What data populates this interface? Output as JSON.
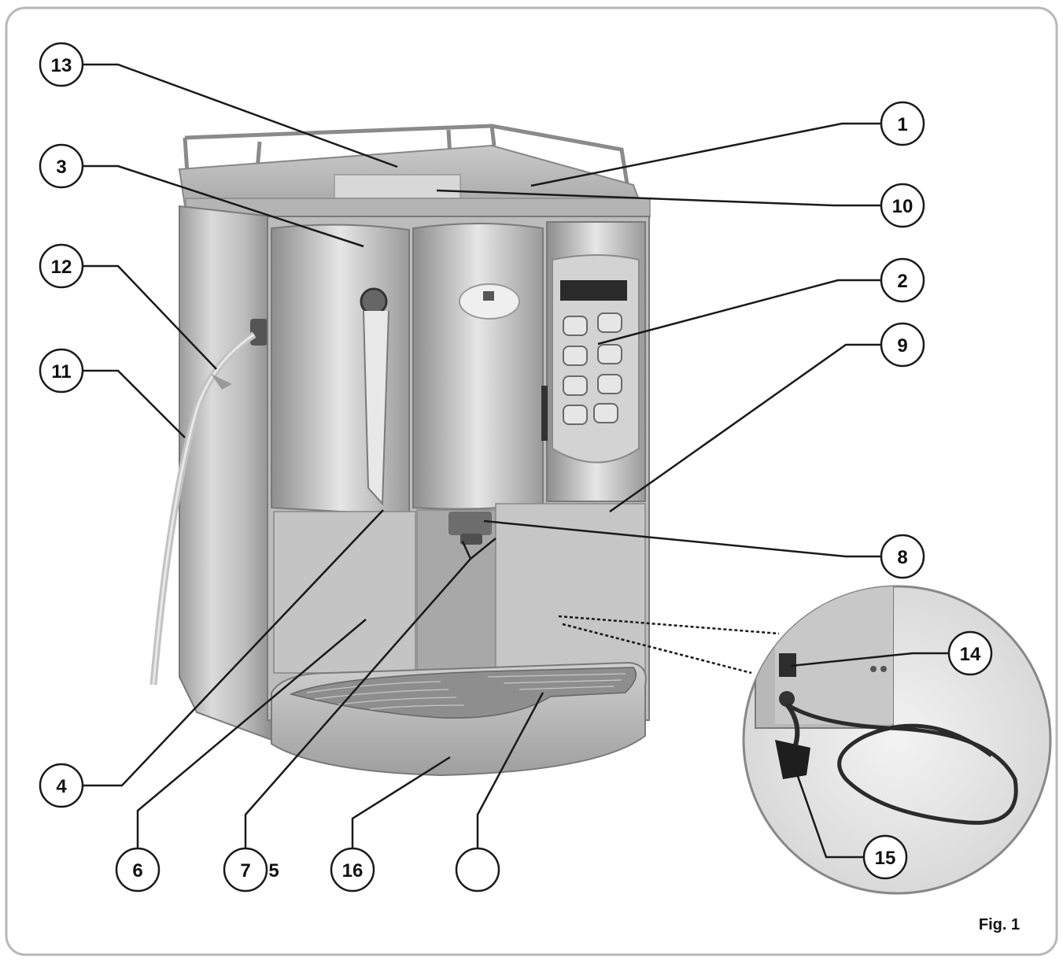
{
  "figure": {
    "caption": "Fig. 1",
    "callouts": [
      {
        "id": "c13",
        "label": "13"
      },
      {
        "id": "c1",
        "label": "1"
      },
      {
        "id": "c3",
        "label": "3"
      },
      {
        "id": "c10",
        "label": "10"
      },
      {
        "id": "c12",
        "label": "12"
      },
      {
        "id": "c2",
        "label": "2"
      },
      {
        "id": "c11",
        "label": "11"
      },
      {
        "id": "c9",
        "label": "9"
      },
      {
        "id": "c8",
        "label": "8"
      },
      {
        "id": "c14",
        "label": "14"
      },
      {
        "id": "c4",
        "label": "4"
      },
      {
        "id": "c15",
        "label": "15"
      },
      {
        "id": "c6",
        "label": "6"
      },
      {
        "id": "c7",
        "label": "7"
      },
      {
        "id": "c16",
        "label": "16"
      },
      {
        "id": "c_blank",
        "label": ""
      }
    ],
    "extra_label": "5"
  },
  "colors": {
    "frame": "#b8b8b8",
    "line": "#1a1a1a",
    "steel_light": "#dcdcdc",
    "steel_mid": "#b5b5b5",
    "steel_dark": "#8a8a8a"
  }
}
